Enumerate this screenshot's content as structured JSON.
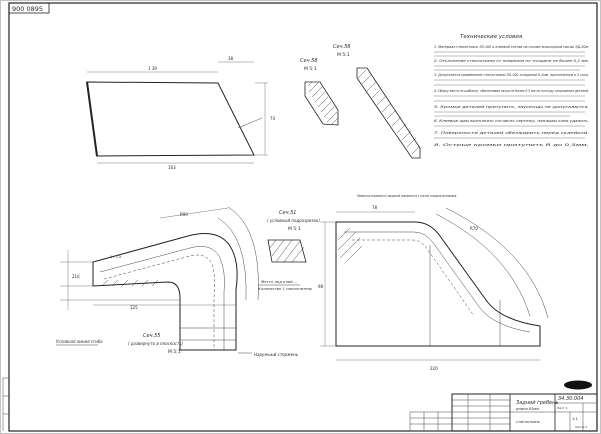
{
  "stamp_top": "900 0895",
  "notes": {
    "title": "Технические условия.",
    "items": [
      "1. Материал стеклоткань ЭЗ-100 и клеевой состав на основе эпоксидной смолы ЭД-20м.",
      "2. Отклонение стеклоткани от номинала по толщине не более 0,1 мм.",
      "3. Допускается применение стеклоткани ЭЗ-100 толщиной 0,1мм, пропитанной в 2 слоя.",
      "4. Сборку вести по шаблону, обеспечивая зазор не более 0,5 мм по контуру сопряжения деталей.",
      "5. Кромки деталей притупить, заусенцы не допускаются.",
      "6. Клеевые швы выполнять согласно чертежу, наплывы клея удалить.",
      "7. Поверхности деталей обезжирить перед склейкой.",
      "8. Острые кромки притупить R до 0,5мм."
    ]
  },
  "section_labels": {
    "top_a": "Сеч.58",
    "top_a_sub": "М 5:1",
    "top_b": "Сеч.56",
    "top_b_sub": "М 5:1",
    "mid": "Сеч.51",
    "mid_sub": "( условный подразрезок)",
    "mid_scale": "М 5:1",
    "lower": "Сеч.55",
    "lower_sub": "( развернуто в плоскость)",
    "lower_scale": "М 5:1"
  },
  "callouts": {
    "left_bottom": "Условная линия сгиба",
    "middle_note": "Место под клей ...",
    "middle_note2": "Количество 1 наполнитель",
    "center_bottom": "Наружный стержень",
    "right_top": "Развертка показана по наружной поверхности с учетом толщины материала."
  },
  "title_block": {
    "doc_number": "34.30.004",
    "name": "Задний гребень",
    "subtitle": "длина 83мм",
    "material": "стеклоткань",
    "scale": "1:1",
    "sheet": "Лист 1",
    "sheets": "Листов 1"
  }
}
